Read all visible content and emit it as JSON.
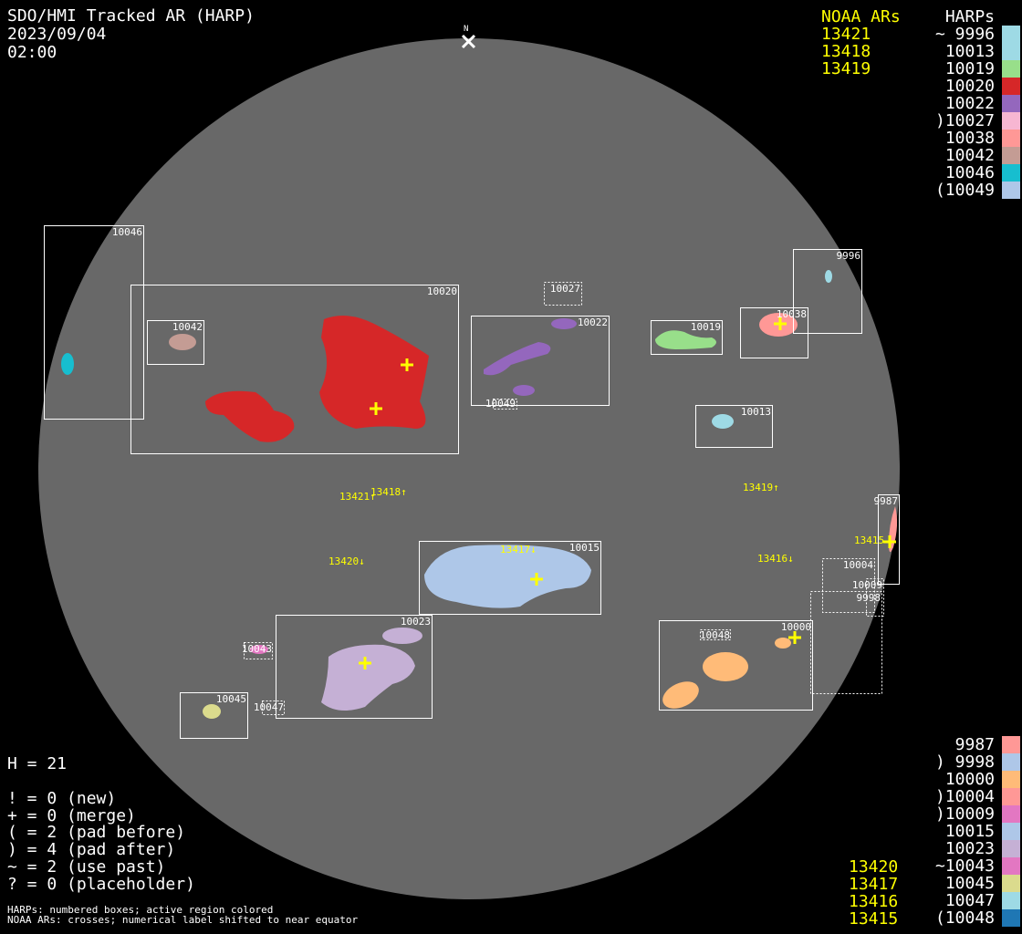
{
  "header": {
    "title": "SDO/HMI Tracked AR (HARP)",
    "date": "2023/09/04",
    "time": "02:00",
    "north_label": "N"
  },
  "legend_top": {
    "noaa_title": "NOAA ARs",
    "harps_title": "HARPs",
    "noaa": [
      "13421",
      "13418",
      "13419"
    ],
    "harps": [
      {
        "label": "~ 9996",
        "color": "#9edae5"
      },
      {
        "label": "10013",
        "color": "#9edae5"
      },
      {
        "label": "10019",
        "color": "#98df8a"
      },
      {
        "label": "10020",
        "color": "#d62728"
      },
      {
        "label": "10022",
        "color": "#9467bd"
      },
      {
        "label": ")10027",
        "color": "#f7b6d2"
      },
      {
        "label": "10038",
        "color": "#ff9896"
      },
      {
        "label": "10042",
        "color": "#c49c94"
      },
      {
        "label": "10046",
        "color": "#17becf"
      },
      {
        "label": "(10049",
        "color": "#aec7e8"
      }
    ]
  },
  "legend_bottom": {
    "noaa": [
      "13420",
      "13417",
      "13416",
      "13415"
    ],
    "harps": [
      {
        "label": "9987",
        "color": "#ff9896"
      },
      {
        "label": ") 9998",
        "color": "#aec7e8"
      },
      {
        "label": "10000",
        "color": "#ffbb78"
      },
      {
        "label": ")10004",
        "color": "#ff9896"
      },
      {
        "label": ")10009",
        "color": "#e377c2"
      },
      {
        "label": "10015",
        "color": "#aec7e8"
      },
      {
        "label": "10023",
        "color": "#c5b0d5"
      },
      {
        "label": "~10043",
        "color": "#e377c2"
      },
      {
        "label": "10045",
        "color": "#dbdb8d"
      },
      {
        "label": "10047",
        "color": "#9edae5"
      },
      {
        "label": "(10048",
        "color": "#1f77b4"
      }
    ]
  },
  "stats": {
    "h": "H = 21",
    "lines": [
      "! = 0 (new)",
      "+ = 0 (merge)",
      "( = 2 (pad before)",
      ") = 4 (pad after)",
      "~ = 2 (use past)",
      "? = 0 (placeholder)"
    ]
  },
  "footer": [
    "HARPs: numbered boxes; active region colored",
    "NOAA ARs: crosses; numerical label shifted to near equator"
  ],
  "disk": {
    "boxes": [
      "10046",
      "10020",
      "10042",
      "10027",
      "10022",
      "10049",
      "10019",
      "10038",
      "9996",
      "10013",
      "9987",
      "10004",
      "10009",
      "9998",
      "10000",
      "10048",
      "10015",
      "10023",
      "10043",
      "10045",
      "10047"
    ],
    "noaa_labels": [
      "13421↑",
      "13418↑",
      "13419↑",
      "13420↓",
      "13417↓",
      "13416↓",
      "13415"
    ]
  }
}
